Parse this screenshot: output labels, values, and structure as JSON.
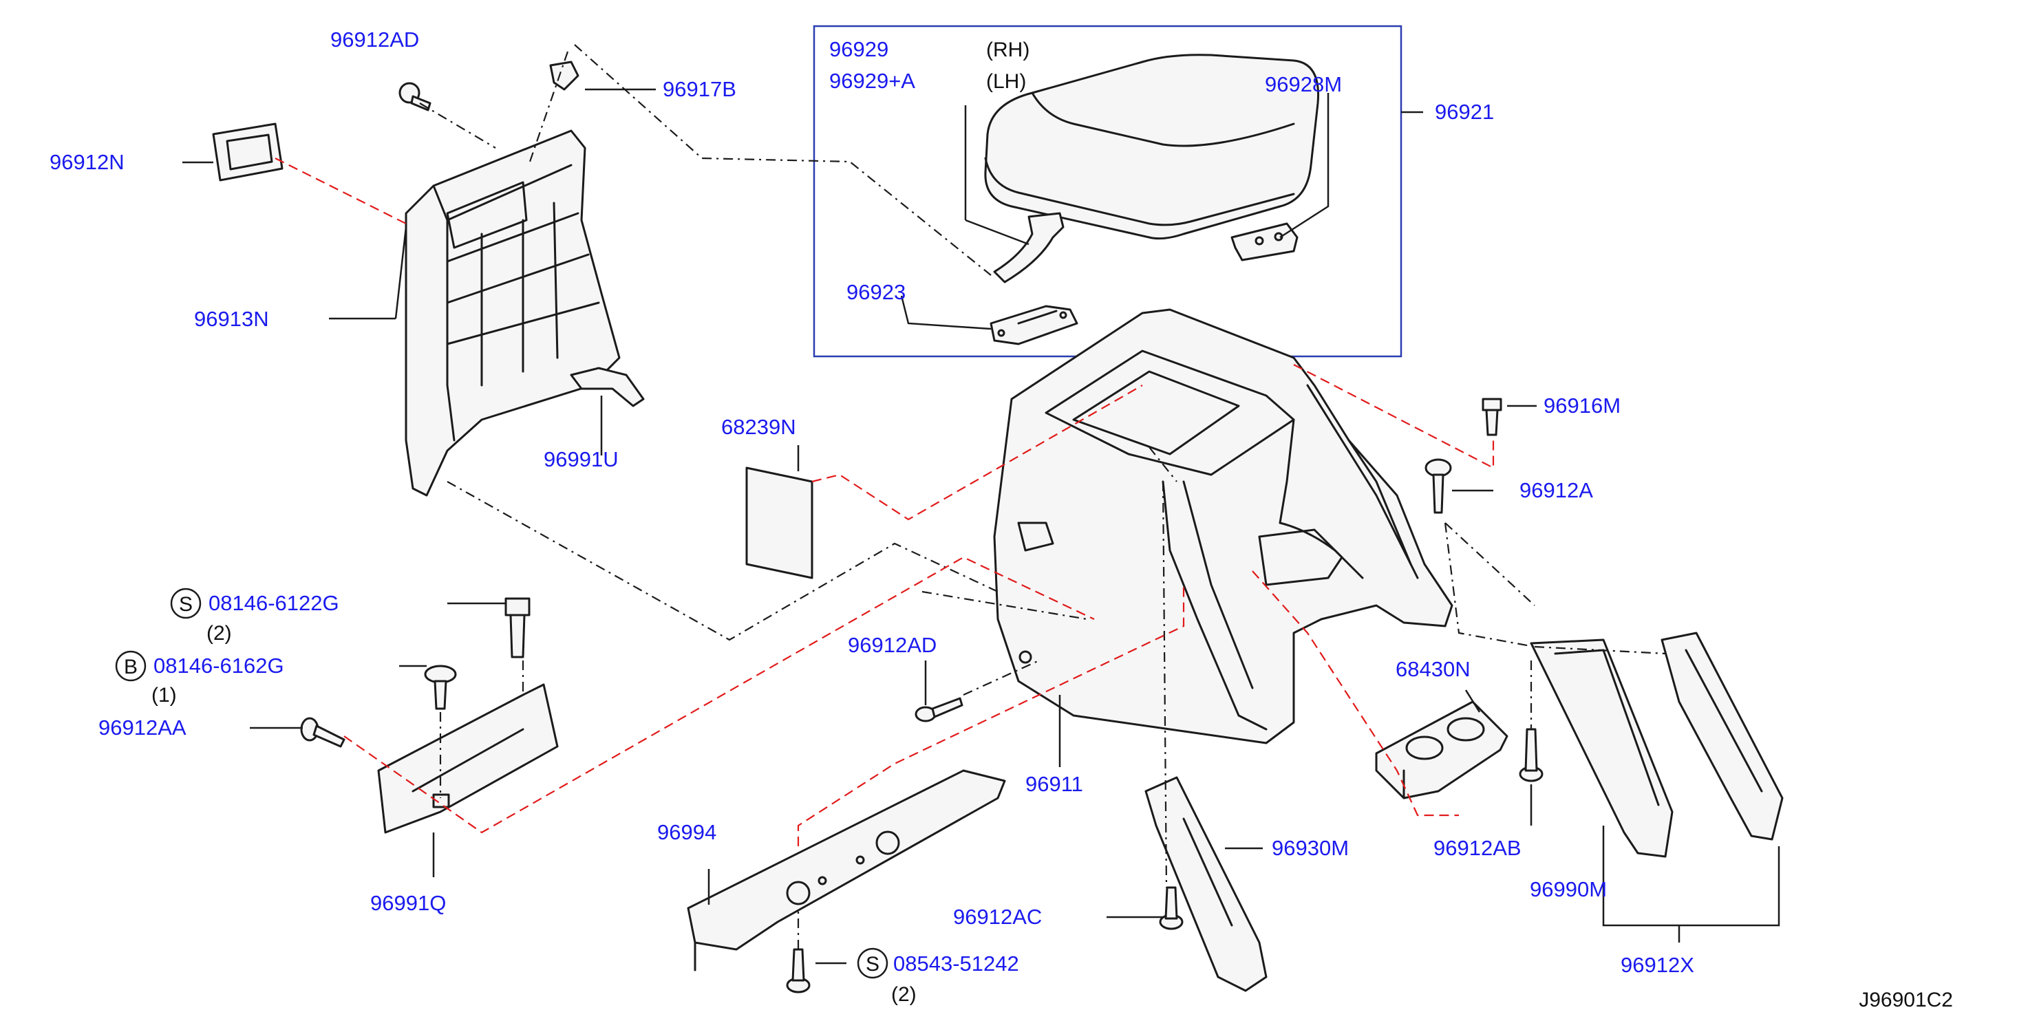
{
  "diagram_id": "J96901C2",
  "callouts": {
    "p96912AD_top": "96912AD",
    "p96917B": "96917B",
    "p96912N": "96912N",
    "p96913N": "96913N",
    "p96991U": "96991U",
    "p68239N": "68239N",
    "p96929": "96929",
    "p96929A": "96929+A",
    "rh": "(RH)",
    "lh": "(LH)",
    "p96928M": "96928M",
    "p96921": "96921",
    "p96923": "96923",
    "p96916M": "96916M",
    "p96912A": "96912A",
    "p08146_6122G": "08146-6122G",
    "qty_6122G": "(2)",
    "p08146_6162G": "08146-6162G",
    "qty_6162G": "(1)",
    "p96912AA": "96912AA",
    "p96991Q": "96991Q",
    "p96912AD_mid": "96912AD",
    "p96911": "96911",
    "p96994": "96994",
    "p08543_51242": "08543-51242",
    "qty_51242": "(2)",
    "p96912AC": "96912AC",
    "p96930M": "96930M",
    "p68430N": "68430N",
    "p96912AB": "96912AB",
    "p96990M": "96990M",
    "p96912X": "96912X"
  },
  "symbols": {
    "s1": "S",
    "b1": "B",
    "s2": "S"
  }
}
